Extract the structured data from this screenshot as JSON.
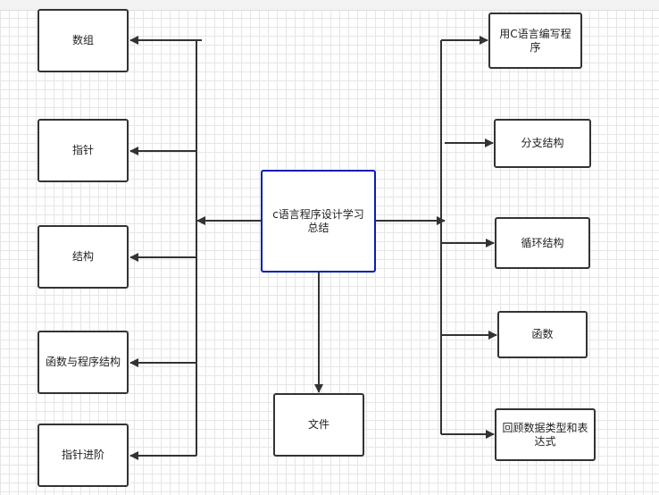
{
  "diagram": {
    "center": "c语言程序设计学习总结",
    "left_nodes": [
      "数组",
      "指针",
      "结构",
      "函数与程序结构",
      "指针进阶"
    ],
    "right_nodes": [
      "用C语言编写程序",
      "分支结构",
      "循环结构",
      "函数",
      "回顾数据类型和表达式"
    ],
    "bottom_node": "文件",
    "colors": {
      "node_border": "#333333",
      "center_border": "#0a1fb3",
      "edge": "#333333",
      "grid": "#e6e6e6"
    }
  }
}
